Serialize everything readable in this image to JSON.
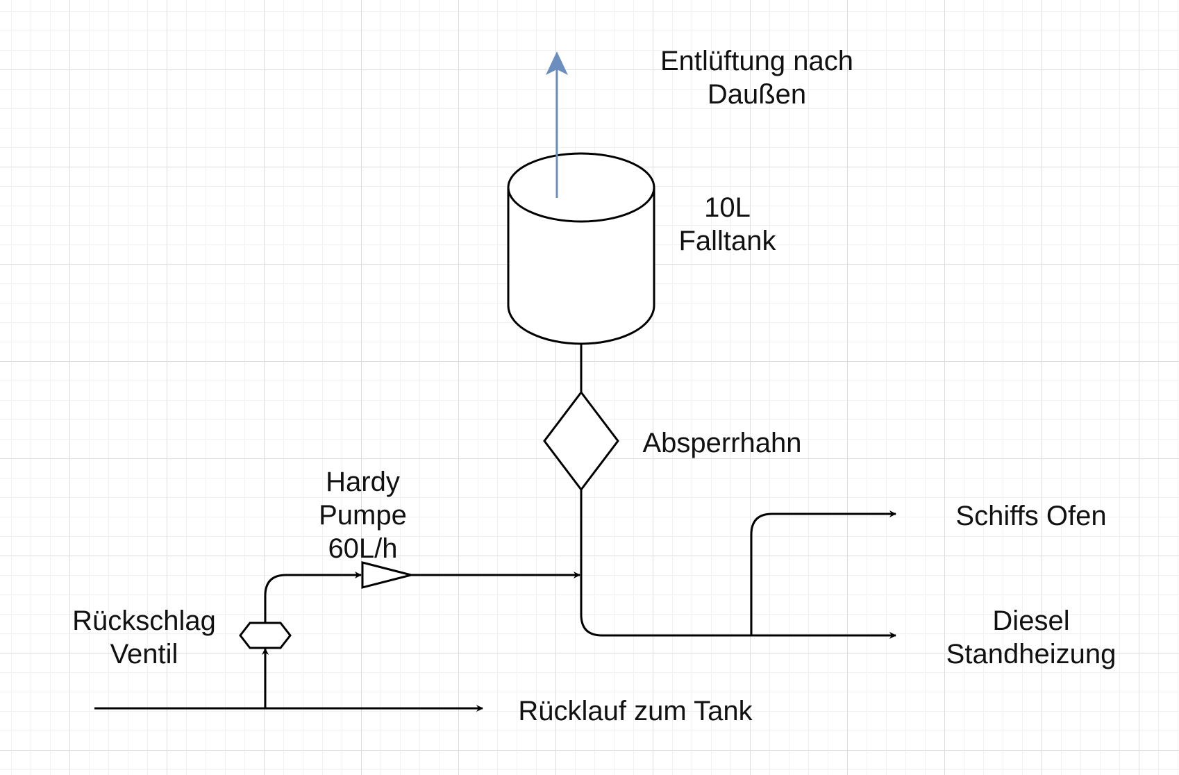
{
  "labels": {
    "vent": [
      "Entlüftung nach",
      "Daußen"
    ],
    "tank": [
      "10L",
      "Falltank"
    ],
    "valve": "Absperrhahn",
    "pump": [
      "Hardy",
      "Pumpe",
      "60L/h"
    ],
    "check_valve": [
      "Rückschlag",
      "Ventil"
    ],
    "return": "Rücklauf zum Tank",
    "oven": "Schiffs Ofen",
    "heater": [
      "Diesel",
      "Standheizung"
    ]
  },
  "colors": {
    "line": "#000000",
    "vent_arrow": "#6c8ebf",
    "text": "#111111"
  }
}
